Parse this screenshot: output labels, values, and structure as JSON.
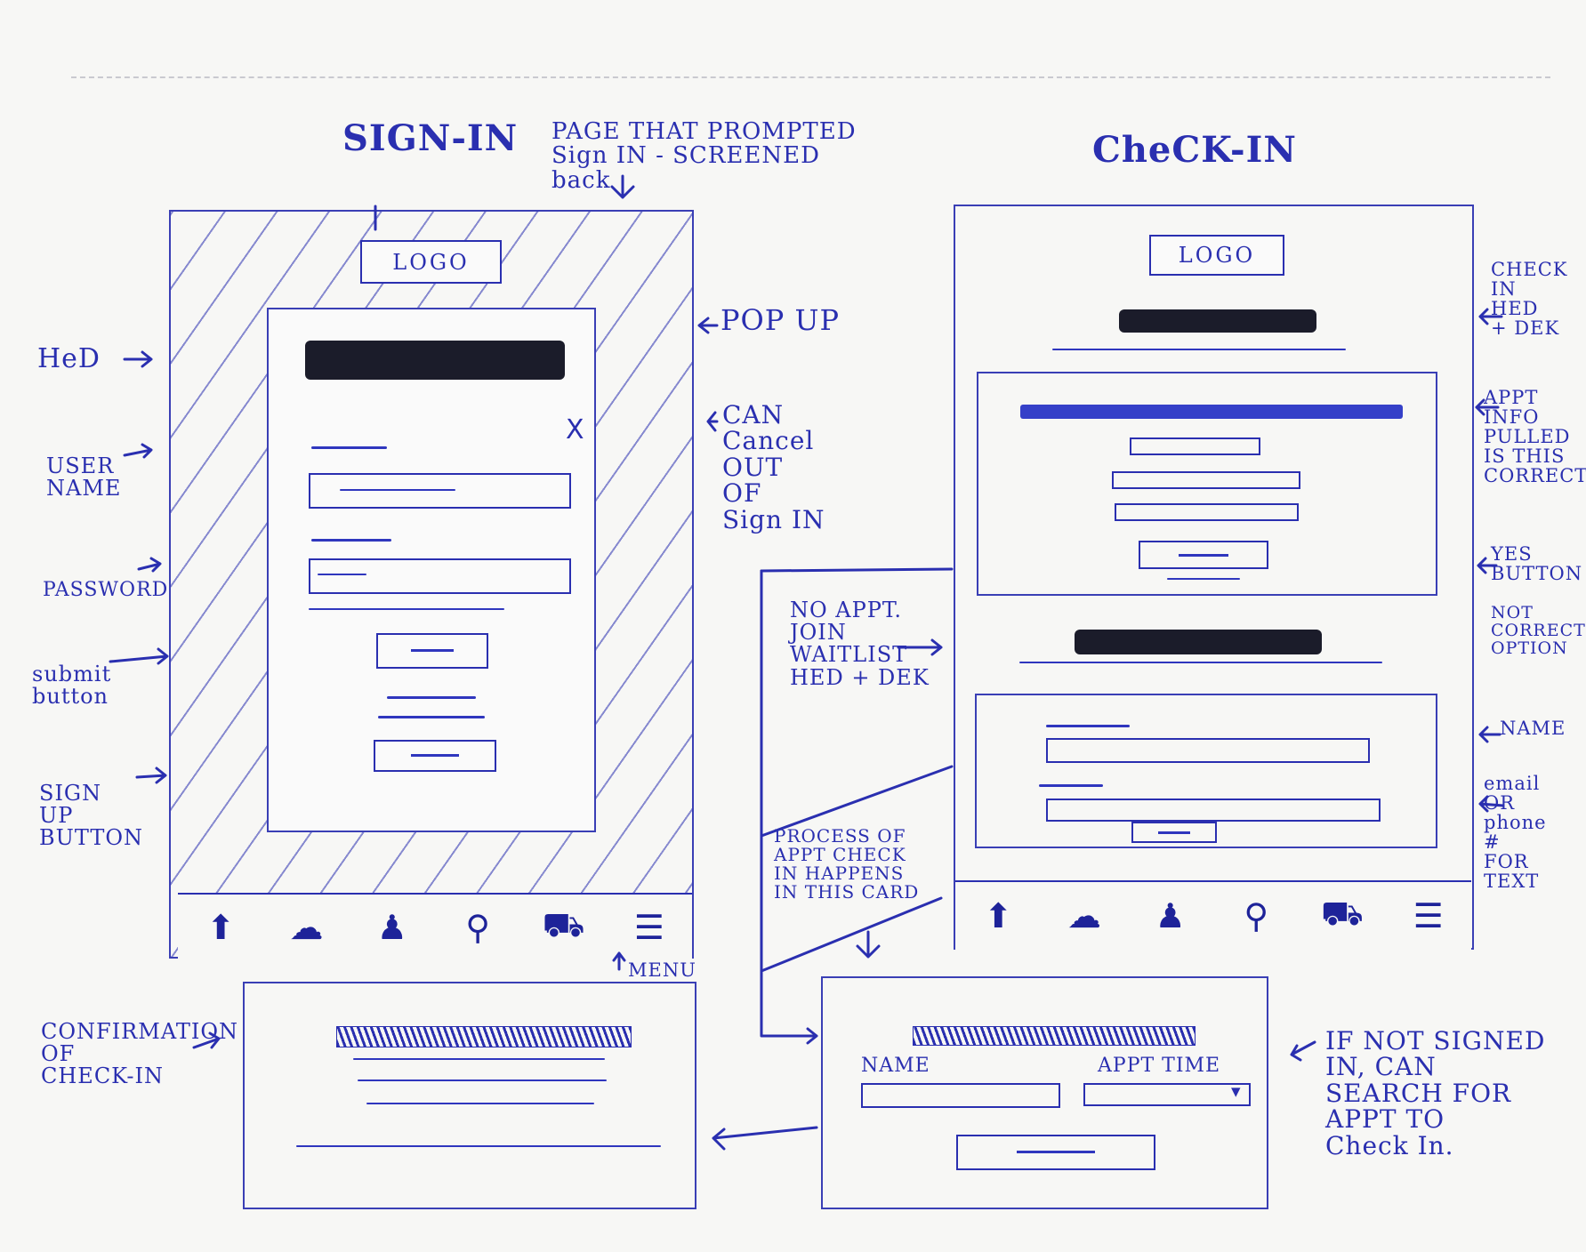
{
  "titles": {
    "sign_in": "SIGN-IN",
    "check_in": "CheCK-IN",
    "page_prompted": "PAGE THAT PROMPTED\nSign IN - SCREENED\nback"
  },
  "sign_in_screen": {
    "logo": "LOGO",
    "close": "X"
  },
  "check_in_screen": {
    "logo": "LOGO"
  },
  "search_card": {
    "name_label": "NAME",
    "appt_time_label": "APPT TIME"
  },
  "left_annotations": {
    "hed": "HeD",
    "user_name": "USER\nNAME",
    "password": "PASSWORD",
    "submit": "submit\nbutton",
    "sign_up": "SIGN\nUP\nBUTTON",
    "confirmation": "CONFIRMATION\nOF\nCHECK-IN"
  },
  "middle_annotations": {
    "pop_up": "POP UP",
    "can_cancel": "CAN\nCancel\nOUT\nOF\nSign IN",
    "no_appt": "NO APPT.\nJOIN\nWAITLIST\nHED + DEK",
    "process": "PROCESS OF\nAPPT CHECK\nIN HAPPENS\nIN THIS CARD",
    "menu": "MENU"
  },
  "right_annotations": {
    "check_in_hed": "CHECK IN\nHED\n+ DEK",
    "appt_info": "APPT\nINFO\nPULLED\nIS THIS\nCORRECT?",
    "yes_button": "YES\nBUTTON",
    "not_correct": "NOT\nCORRECT\nOPTION",
    "name": "NAME",
    "email": "email\nOR\nphone\n#\nFOR\nTEXT",
    "if_not_signed": "IF NOT SIGNED\nIN, CAN\nSEARCH FOR\nAPPT TO\nCheck In."
  },
  "nav_icons": [
    "home-arrow-icon",
    "chat-icon",
    "person-icon",
    "search-icon",
    "cart-icon",
    "menu-icon"
  ],
  "colors": {
    "ink": "#2a2fb0",
    "black_bar": "#1b1c2a",
    "paper": "#f7f7f5"
  }
}
